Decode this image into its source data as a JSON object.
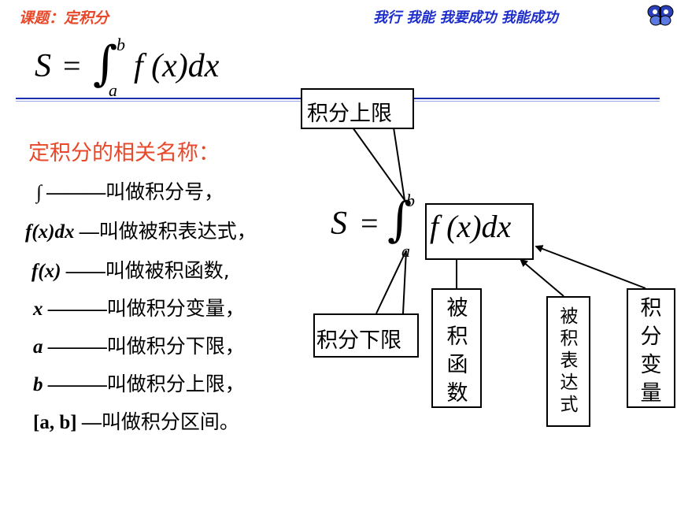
{
  "header": {
    "title": "课题：定积分",
    "slogan": "我行 我能  我要成功  我能成功",
    "logo_icon": "butterfly-icon"
  },
  "top_formula": {
    "lhs": "S",
    "eq": "=",
    "integral": "∫",
    "upper": "b",
    "lower": "a",
    "integrand": "f (x)dx"
  },
  "section_heading": "定积分的相关名称：",
  "terms": [
    {
      "term": "∫",
      "dash": " ———",
      "desc": "叫做积分号，"
    },
    {
      "term": "f(x)dx",
      "dash": " —",
      "desc": "叫做被积表达式，"
    },
    {
      "term": "f(x)",
      "dash": " ——",
      "desc": "叫做被积函数,"
    },
    {
      "term": "x",
      "dash": " ———",
      "desc": "叫做积分变量，"
    },
    {
      "term": "a",
      "dash": " ———",
      "desc": "叫做积分下限，"
    },
    {
      "term": "b",
      "dash": " ———",
      "desc": "叫做积分上限，"
    },
    {
      "term": "[a, b]",
      "dash": "  —",
      "desc": "叫做积分区间。"
    }
  ],
  "diagram": {
    "lhs": "S",
    "eq": "=",
    "integral": "∫",
    "upper": "b",
    "lower": "a",
    "integrand": "f (x)dx",
    "labels": {
      "upper_limit": "积分上限",
      "lower_limit": "积分下限",
      "integrand_function": "被积函数",
      "integrand_expression": "被积表达式",
      "variable": "积分变量"
    }
  }
}
